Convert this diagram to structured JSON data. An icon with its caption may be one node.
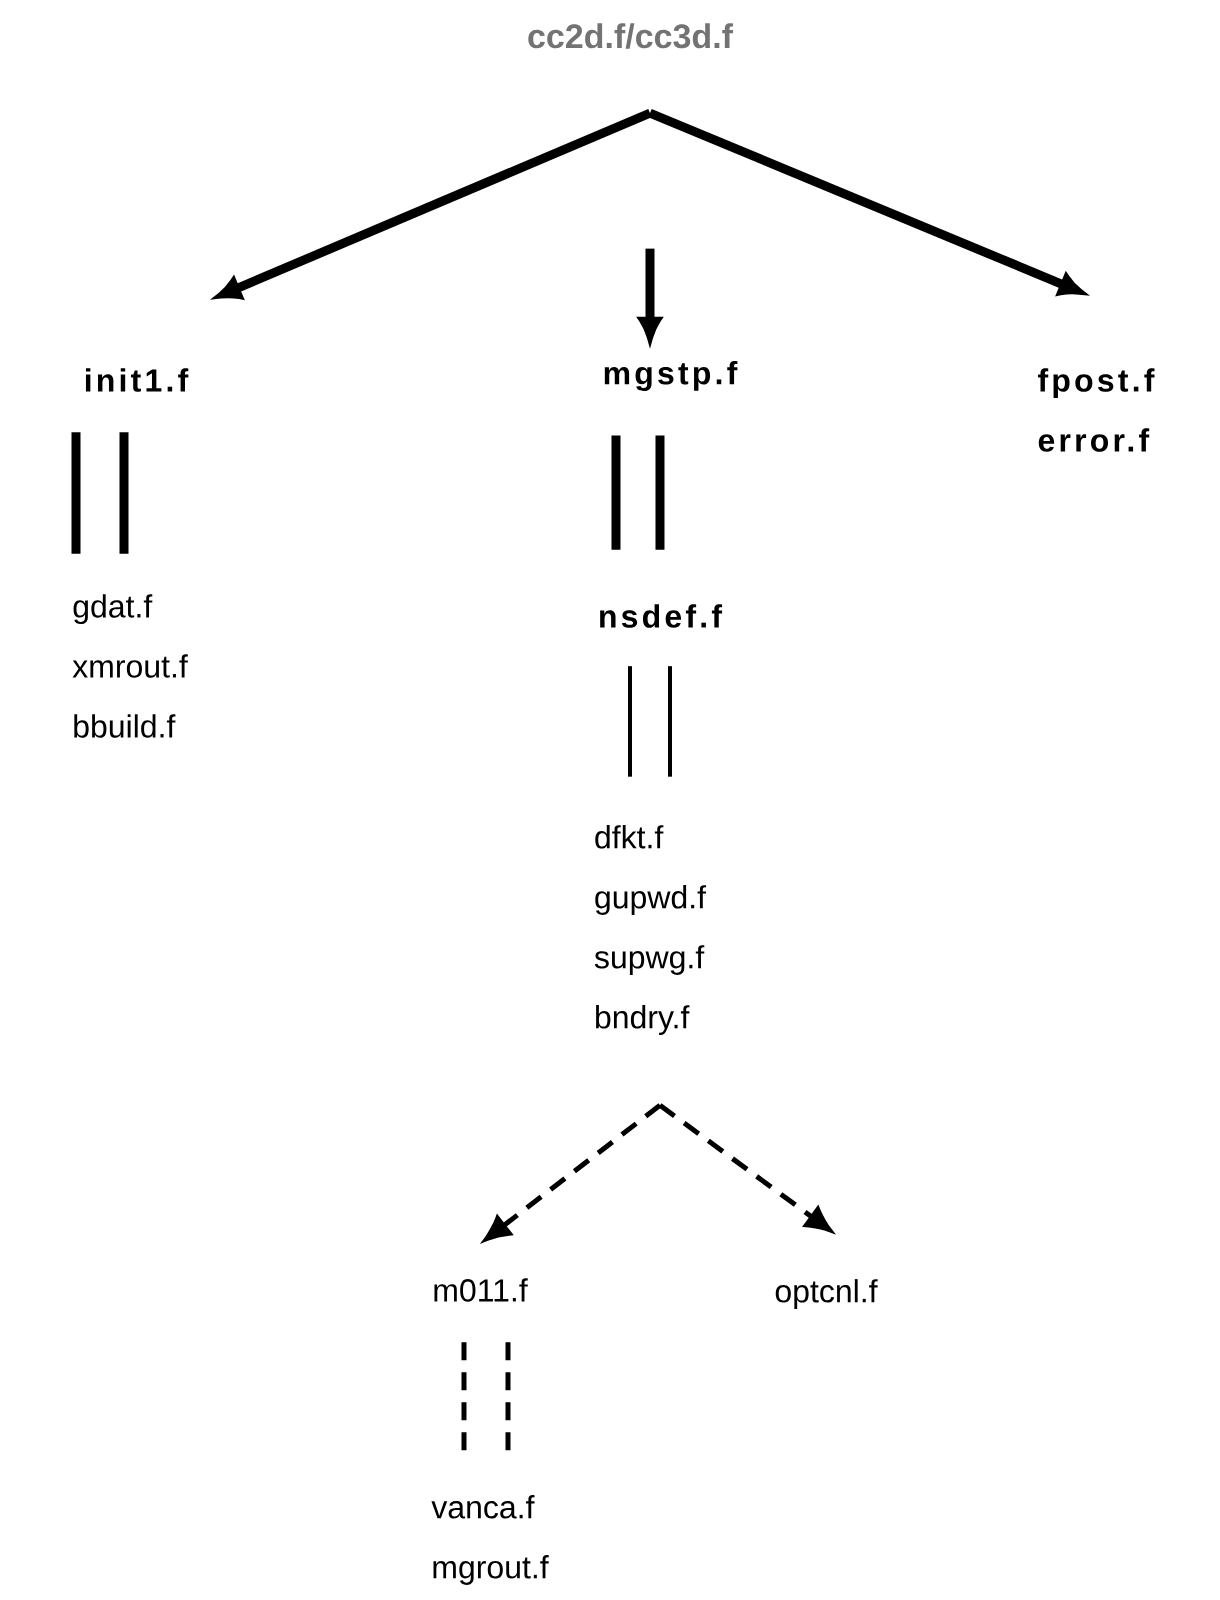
{
  "diagram": {
    "nodes": [
      {
        "text": [
          "cc2d.f/cc3d.f"
        ]
      },
      {
        "text": [
          "init1.f"
        ]
      },
      {
        "text": [
          "mgstp.f"
        ]
      },
      {
        "text": [
          "fpost.f",
          "error.f"
        ]
      },
      {
        "text": [
          "gdat.f",
          "xmrout.f",
          "bbuild.f"
        ]
      },
      {
        "text": [
          "nsdef.f"
        ]
      },
      {
        "text": [
          "dfkt.f",
          "gupwd.f",
          "supwg.f",
          "bndry.f"
        ]
      },
      {
        "text": [
          "m011.f"
        ]
      },
      {
        "text": [
          "optcnl.f"
        ]
      },
      {
        "text": [
          "vanca.f",
          "mgrout.f"
        ]
      }
    ],
    "edges": [
      {
        "from": 0,
        "to": 1,
        "arrow": "to"
      },
      {
        "from": null,
        "to": 2,
        "arrow": "to"
      },
      {
        "from": 0,
        "to": 3,
        "arrow": "to"
      },
      {
        "from": 1,
        "to": 4,
        "arrow": "none"
      },
      {
        "from": 1,
        "to": 4,
        "arrow": "none"
      },
      {
        "from": 2,
        "to": 5,
        "arrow": "none"
      },
      {
        "from": 2,
        "to": 5,
        "arrow": "none"
      },
      {
        "from": 5,
        "to": 6,
        "arrow": "none"
      },
      {
        "from": 5,
        "to": 6,
        "arrow": "none"
      },
      {
        "from": 6,
        "to": 7,
        "arrow": "to",
        "style": "dashed"
      },
      {
        "from": 6,
        "to": 8,
        "arrow": "to",
        "style": "dashed"
      },
      {
        "from": 7,
        "to": 9,
        "arrow": "none",
        "style": "dashed"
      },
      {
        "from": 7,
        "to": 9,
        "arrow": "none",
        "style": "dashed"
      }
    ]
  }
}
